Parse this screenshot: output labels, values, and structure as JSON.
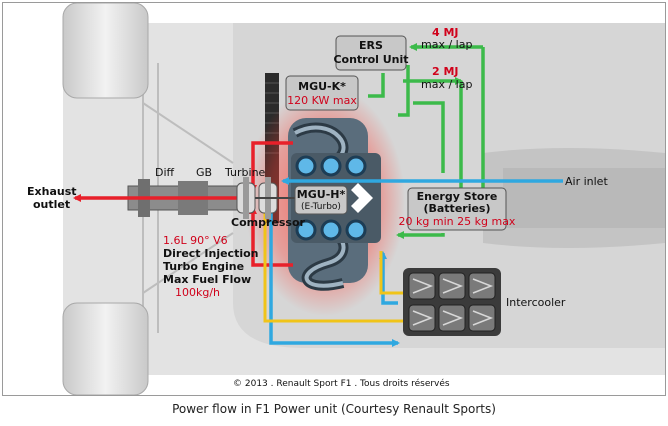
{
  "labels": {
    "ers_control": [
      "ERS",
      "Control Unit"
    ],
    "flow_4mj": "4 MJ",
    "flow_4mj_unit": "max / lap",
    "flow_2mj": "2 MJ",
    "flow_2mj_unit": "max / lap",
    "mgu_k": "MGU-K*",
    "mgu_k_power": "120 KW max",
    "diff": "Diff",
    "gb": "GB",
    "turbine": "Turbine",
    "exhaust": [
      "Exhaust",
      "outlet"
    ],
    "mgu_h": "MGU-H*",
    "e_turbo": "(E-Turbo)",
    "compressor": "Compressor",
    "energy_store": [
      "Energy Store",
      "(Batteries)"
    ],
    "battery_weight": "20 kg min 25 kg max",
    "air_inlet": "Air inlet",
    "engine_spec": [
      "1.6L 90° V6",
      "Direct Injection",
      "Turbo Engine",
      "Max Fuel Flow",
      "100kg/h"
    ],
    "intercooler": "Intercooler",
    "copyright": "© 2013 . Renault Sport F1 . Tous droits réservés"
  },
  "caption": "Power flow in F1 Power unit (Courtesy Renault Sports)",
  "colors": {
    "exhaust_flow": "#e8202a",
    "air_flow": "#2fa8e0",
    "energy_flow": "#3cba4a",
    "charge_air": "#f0c419",
    "label_red": "#d0021b"
  }
}
